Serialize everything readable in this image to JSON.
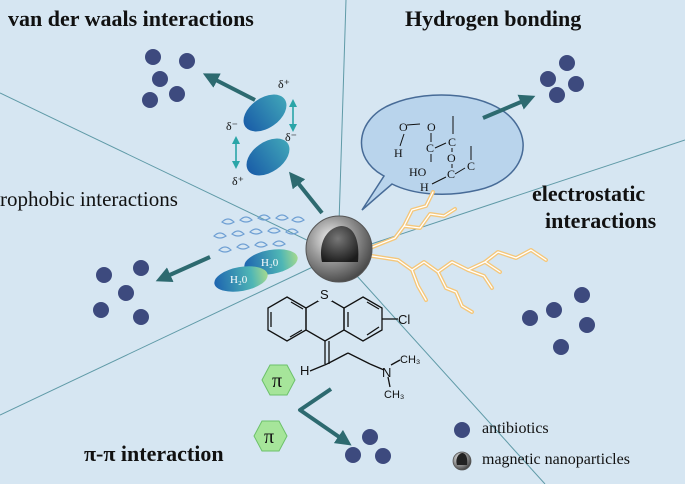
{
  "labels": {
    "van_der_waals": "van der waals interactions",
    "hydrogen_bonding": "Hydrogen bonding",
    "hydrophobic": "rophobic interactions",
    "electrostatic_line1": "electrostatic",
    "electrostatic_line2": "interactions",
    "pi_pi": "π-π interaction"
  },
  "legend": {
    "antibiotics": "antibiotics",
    "nanoparticles": "magnetic nanoparticles"
  },
  "symbols": {
    "delta_plus": "δ⁺",
    "delta_minus": "δ⁻",
    "water": "H₂0",
    "pi": "π"
  },
  "molecule": {
    "sulfur": "S",
    "chlorine": "Cl",
    "hydrogen": "H",
    "nitrogen": "N",
    "methyl_top": "CH₃",
    "methyl_bottom": "CH₃"
  },
  "hbond": {
    "h1": "H",
    "o1": "O",
    "o2": "O",
    "c1": "C",
    "c2": "C",
    "ho": "HO",
    "o3": "O",
    "c3": "C",
    "c4": "C",
    "h2": "H"
  },
  "colors": {
    "background": "#d6e6f2",
    "divider": "#5f9aa7",
    "antibiotic": "#3d4a7e",
    "arrow": "#2d6a70",
    "bubble_fill": "#b9d4ec",
    "bubble_stroke": "#476b97",
    "lightning": "#f4c77b",
    "pi_hexagon": "#a6e59a"
  }
}
